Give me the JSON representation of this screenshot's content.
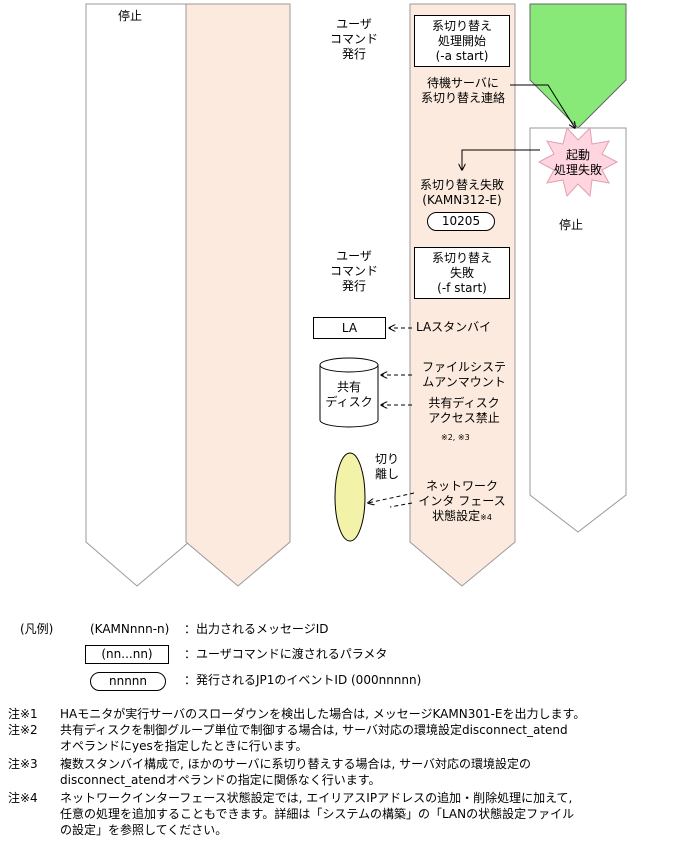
{
  "lanes": {
    "lane1_status": "停止",
    "lane4_status": "停止"
  },
  "flow": {
    "user_cmd_1": [
      "ユーザ",
      "コマンド",
      "発行"
    ],
    "switch_start_box": [
      "系切り替え",
      "処理開始",
      "(-a start)"
    ],
    "notify_standby": [
      "待機サーバに",
      "系切り替え連絡"
    ],
    "startup_fail": [
      "起動",
      "処理失敗"
    ],
    "switch_fail_msg": [
      "系切り替え失敗",
      "(KAMN312-E)"
    ],
    "event_id": "10205",
    "user_cmd_2": [
      "ユーザ",
      "コマンド",
      "発行"
    ],
    "switch_fail_box": [
      "系切り替え",
      "失敗",
      "(-f start)"
    ],
    "la_box": "LA",
    "la_standby": "LAスタンバイ",
    "shared_disk": [
      "共有",
      "ディスク"
    ],
    "fs_unmount": [
      "ファイルシステ",
      "ムアンマウント"
    ],
    "disk_access_ban": [
      "共有ディスク",
      "アクセス禁止"
    ],
    "note_ref_23": "※2, ※3",
    "detach": [
      "切り",
      "離し"
    ],
    "nic_state": [
      "ネットワーク",
      "インタ フェース",
      "状態設定"
    ],
    "note_ref_4": "※4"
  },
  "legend": {
    "title": "(凡例)",
    "msg_sample": "(KAMNnnn-n)",
    "msg_desc": "：出力されるメッセージID",
    "param_sample": "(nn...nn)",
    "param_desc": "：ユーザコマンドに渡されるパラメタ",
    "event_sample": "nnnnn",
    "event_desc": "：発行されるJP1のイベントID (000nnnnn)"
  },
  "notes": [
    {
      "label": "注※1",
      "lines": [
        "HAモニタが実行サーバのスローダウンを検出した場合は, メッセージKAMN301-Eを出力します。"
      ]
    },
    {
      "label": "注※2",
      "lines": [
        "共有ディスクを制御グループ単位で制御する場合は, サーバ対応の環境設定disconnect_atend",
        "オペランドにyesを指定したときに行います。"
      ]
    },
    {
      "label": "注※3",
      "lines": [
        "複数スタンバイ構成で, ほかのサーバに系切り替えする場合は, サーバ対応の環境設定の",
        "disconnect_atendオペランドの指定に関係なく行います。"
      ]
    },
    {
      "label": "注※4",
      "lines": [
        "ネットワークインターフェース状態設定では, エイリアスIPアドレスの追加・削除処理に加えて,",
        "任意の処理を追加することもできます。詳細は「システムの構築」の「LANの状態設定ファイル",
        "の設定」を参照してください。"
      ]
    }
  ],
  "colors": {
    "lane_fill": "#fbeadd",
    "green_arrow": "#88e878",
    "burst": "#ffd6e0",
    "ellipse": "#f2f2a8"
  }
}
